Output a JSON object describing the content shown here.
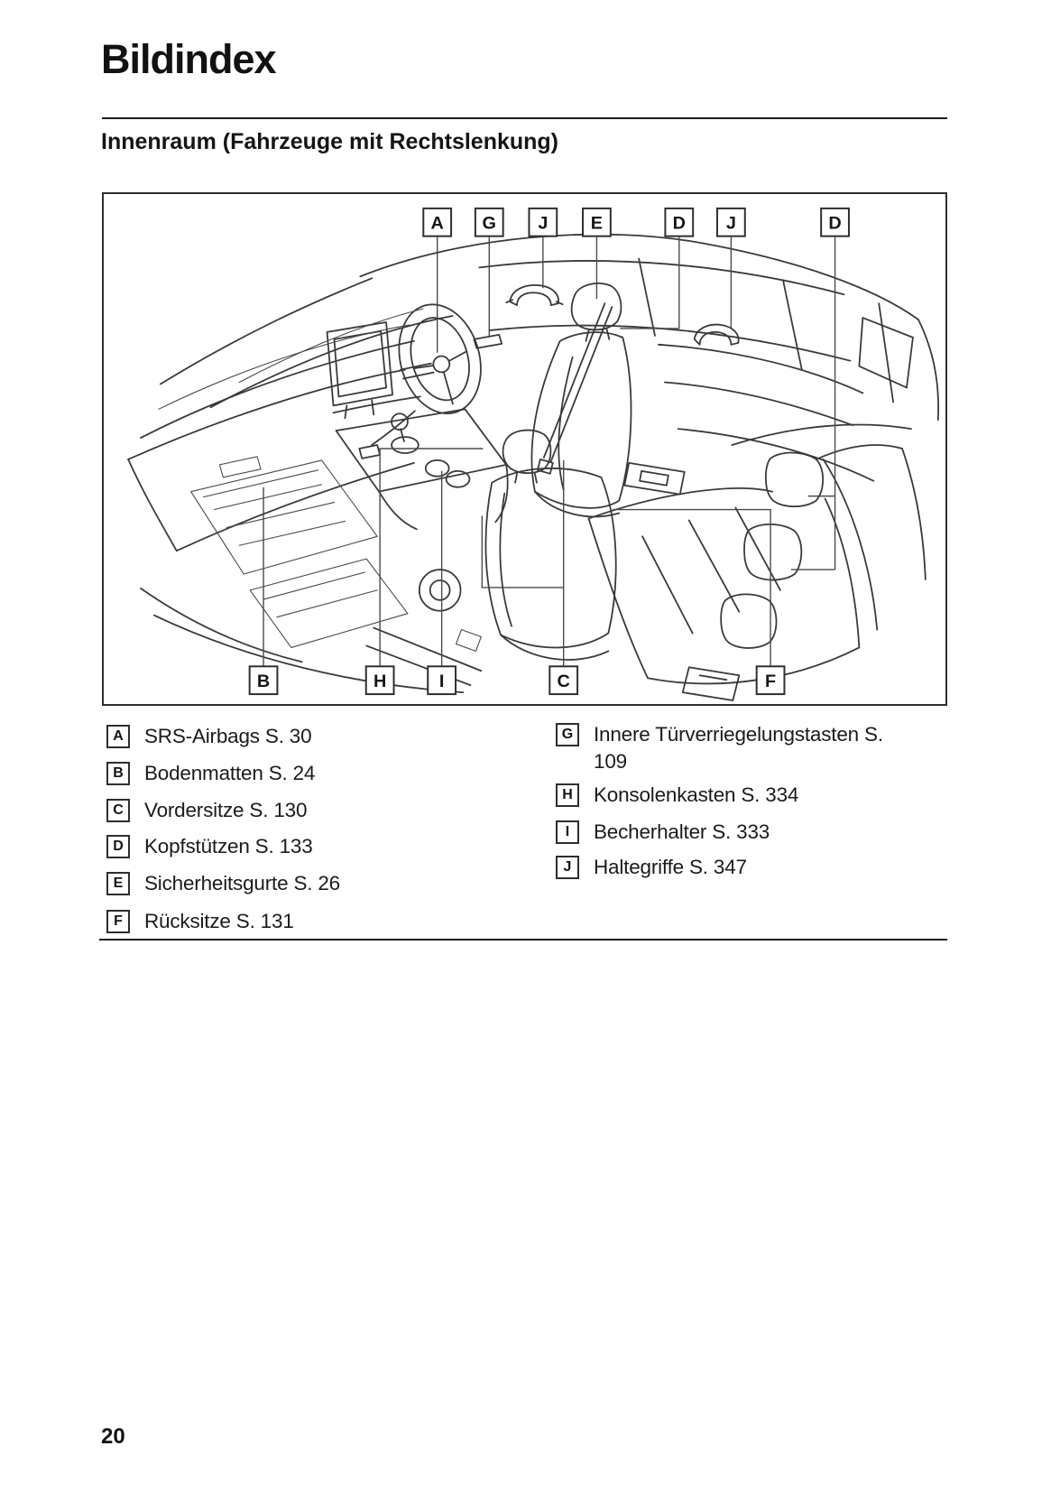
{
  "page": {
    "title": "Bildindex",
    "subtitle": "Innenraum (Fahrzeuge mit Rechtslenkung)",
    "page_number": "20"
  },
  "diagram": {
    "description": "line drawing of car interior, right-hand drive",
    "top_labels": [
      "A",
      "G",
      "J",
      "E",
      "D",
      "J",
      "D"
    ],
    "bottom_labels": [
      "B",
      "H",
      "I",
      "C",
      "F"
    ]
  },
  "legend": {
    "left": [
      {
        "letter": "A",
        "text": "SRS-Airbags S. 30"
      },
      {
        "letter": "B",
        "text": "Bodenmatten S. 24"
      },
      {
        "letter": "C",
        "text": "Vordersitze S. 130"
      },
      {
        "letter": "D",
        "text": "Kopfstützen S. 133"
      },
      {
        "letter": "E",
        "text": "Sicherheitsgurte S. 26"
      },
      {
        "letter": "F",
        "text": "Rücksitze S. 131"
      }
    ],
    "right": [
      {
        "letter": "G",
        "text": "Innere Türverriegelungstasten S. 109"
      },
      {
        "letter": "H",
        "text": "Konsolenkasten S. 334"
      },
      {
        "letter": "I",
        "text": "Becherhalter S. 333"
      },
      {
        "letter": "J",
        "text": "Haltegriffe S. 347"
      }
    ]
  },
  "colors": {
    "ink": "#1a1a1a",
    "line_art": "#3a3a3a"
  }
}
